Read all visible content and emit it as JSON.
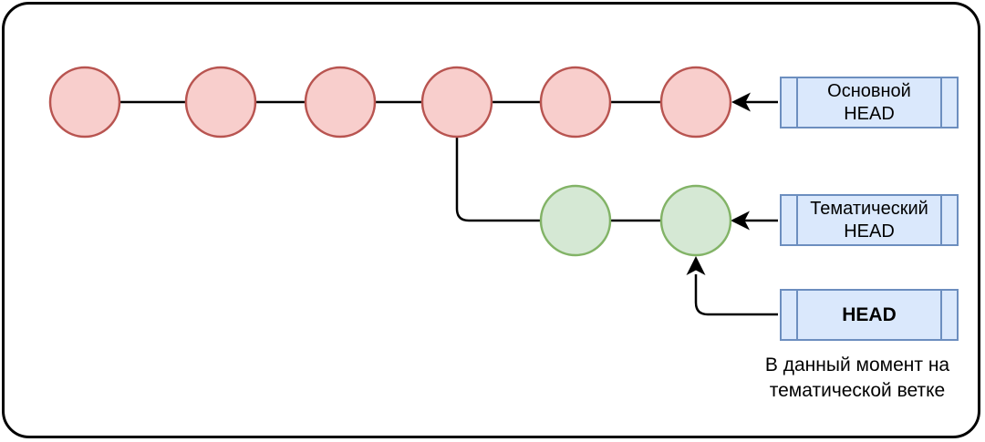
{
  "diagram": {
    "type": "git-branch-diagram",
    "colors": {
      "main_fill": "#f8cecc",
      "main_stroke": "#b85450",
      "topic_fill": "#d5e8d4",
      "topic_stroke": "#82b366",
      "label_fill": "#dae8fc",
      "label_stroke": "#6c8ebf",
      "line": "#000000",
      "frame": "#000000",
      "text": "#000000"
    },
    "branches": {
      "main_commits": 6,
      "topic_commits": 2
    },
    "labels": {
      "main_head": {
        "line1": "Основной",
        "line2": "HEAD"
      },
      "topic_head": {
        "line1": "Тематический",
        "line2": "HEAD"
      },
      "current_head": {
        "line1": "HEAD"
      }
    },
    "caption": {
      "line1": "В данный момент на",
      "line2": "тематической ветке"
    }
  }
}
